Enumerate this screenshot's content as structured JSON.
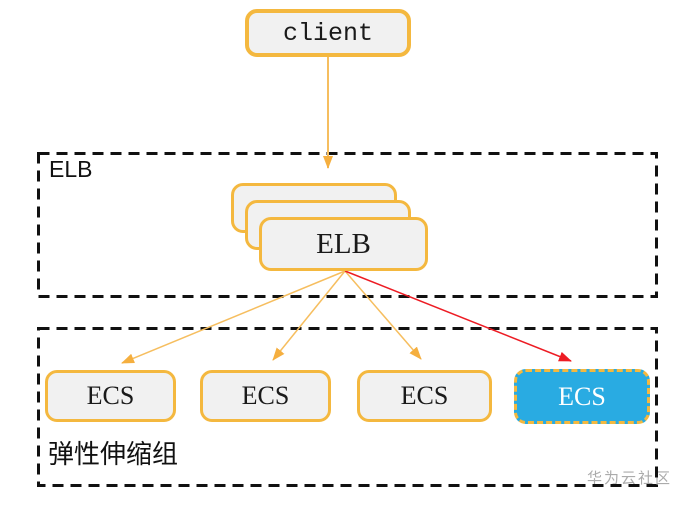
{
  "diagram": {
    "client_node": {
      "label": "client"
    },
    "elb_container": {
      "label": "ELB",
      "elb_node": {
        "label": "ELB",
        "stack_layers": 3
      }
    },
    "scaling_container": {
      "label": "弹性伸缩组",
      "ecs_nodes": [
        {
          "label": "ECS",
          "state": "normal"
        },
        {
          "label": "ECS",
          "state": "normal"
        },
        {
          "label": "ECS",
          "state": "normal"
        },
        {
          "label": "ECS",
          "state": "highlighted"
        }
      ]
    },
    "watermark": "华为云社区"
  },
  "colors": {
    "node_border": "#f4b83f",
    "node_fill": "#f1f1f1",
    "arrow": "#f6be5f",
    "arrow_head": "#f5af3f",
    "alert_arrow": "#ed1c24",
    "highlight_fill": "#29abe2",
    "highlight_text": "#ffffff",
    "container_border": "#111111",
    "watermark_text": "#ababab"
  }
}
